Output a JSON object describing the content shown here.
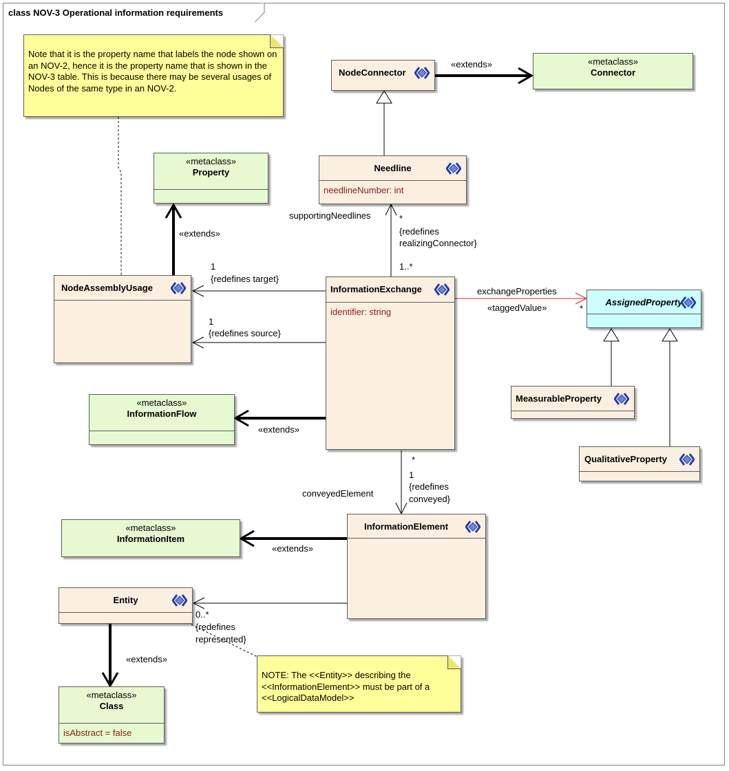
{
  "frame": {
    "title": "class NOV-3 Operational information requirements"
  },
  "colors": {
    "beige": "#fbefe0",
    "green": "#e6f9d1",
    "cyan": "#ccffff",
    "note": "#ffff99",
    "attribute": "#8b1a1a",
    "tagged_value_link": "#e02020"
  },
  "classes": {
    "node_connector": {
      "name": "NodeConnector",
      "icon": "element-icon"
    },
    "connector": {
      "stereotype": "«metaclass»",
      "name": "Connector"
    },
    "needline": {
      "name": "Needline",
      "attribute": "needlineNumber:  int",
      "icon": "element-icon"
    },
    "property": {
      "stereotype": "«metaclass»",
      "name": "Property"
    },
    "node_assembly_usage": {
      "name": "NodeAssemblyUsage",
      "icon": "element-icon"
    },
    "information_exchange": {
      "name": "InformationExchange",
      "attribute": "identifier:  string",
      "icon": "element-icon"
    },
    "assigned_property": {
      "name": "AssignedProperty",
      "icon": "element-icon"
    },
    "measurable_property": {
      "name": "MeasurableProperty",
      "icon": "element-icon"
    },
    "qualitative_property": {
      "name": "QualitativeProperty",
      "icon": "element-icon"
    },
    "information_flow": {
      "stereotype": "«metaclass»",
      "name": "InformationFlow"
    },
    "information_element": {
      "name": "InformationElement",
      "icon": "element-icon"
    },
    "information_item": {
      "stereotype": "«metaclass»",
      "name": "InformationItem"
    },
    "entity": {
      "name": "Entity",
      "icon": "element-icon"
    },
    "class_meta": {
      "stereotype": "«metaclass»",
      "name": "Class",
      "attribute": "isAbstract = false"
    }
  },
  "notes": {
    "top": "Note that it is the property name that labels the node shown on an NOV-2, hence it is the property name that is shown in the NOV-3 table. This is because there may be several usages of Nodes of the same type in an NOV-2.",
    "bottom": "NOTE: The <<Entity>> describing the <<InformationElement>> must be part of a <<LogicalDataModel>>"
  },
  "labels": {
    "extends_connector": "«extends»",
    "supporting_needlines": "supportingNeedlines",
    "needline_mult": "*",
    "redefines_realizing_1": "{redefines",
    "redefines_realizing_2": "realizingConnector}",
    "ie_mult_needline": "1..*",
    "extends_property": "«extends»",
    "target_mult": "1",
    "redefines_target": "{redefines target}",
    "source_mult": "1",
    "redefines_source": "{redefines source}",
    "exchange_properties": "exchangeProperties",
    "tagged_value": "«taggedValue»",
    "assigned_mult": "*",
    "extends_flow": "«extends»",
    "ie_mult_conveyed": "*",
    "conveyed_mult": "1",
    "redefines_conveyed_1": "{redefines",
    "redefines_conveyed_2": "conveyed}",
    "conveyed_element": "conveyedElement",
    "extends_item": "«extends»",
    "represented_mult": "0..*",
    "redefines_represented_1": "{redefines",
    "redefines_represented_2": "represented}",
    "extends_class": "«extends»"
  }
}
